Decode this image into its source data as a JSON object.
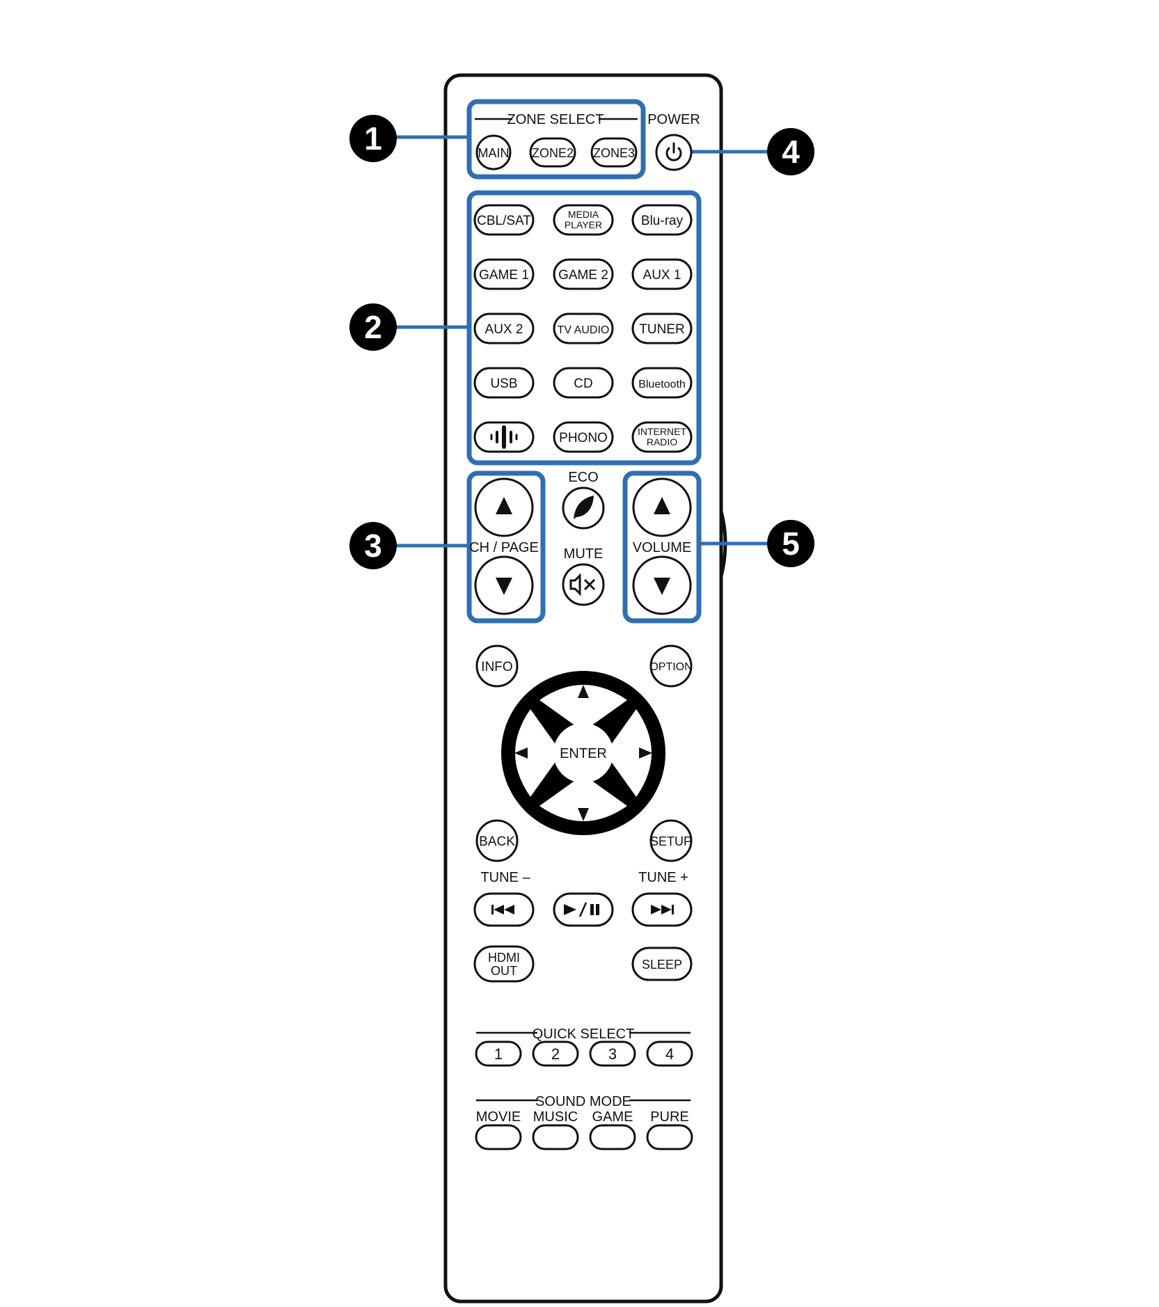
{
  "colors": {
    "highlight": "#2f6fb1",
    "outline": "#111111",
    "background": "#ffffff",
    "callout_fill": "#000000",
    "callout_text": "#ffffff"
  },
  "callouts": [
    "1",
    "2",
    "3",
    "4",
    "5"
  ],
  "remote": {
    "zone_select": {
      "label": "ZONE SELECT",
      "buttons": [
        "MAIN",
        "ZONE2",
        "ZONE3"
      ]
    },
    "power": {
      "label": "POWER",
      "icon": "power-icon"
    },
    "sources": [
      [
        "CBL/SAT",
        "MEDIA PLAYER",
        "Blu-ray"
      ],
      [
        "GAME 1",
        "GAME 2",
        "AUX 1"
      ],
      [
        "AUX 2",
        "TV AUDIO",
        "TUNER"
      ],
      [
        "USB",
        "CD",
        "Bluetooth"
      ],
      [
        "HEOS",
        "PHONO",
        "INTERNET RADIO"
      ]
    ],
    "ch_page": "CH / PAGE",
    "eco": "ECO",
    "mute": "MUTE",
    "volume": "VOLUME",
    "info": "INFO",
    "option": "OPTION",
    "enter": "ENTER",
    "back": "BACK",
    "setup": "SETUP",
    "tune_minus": "TUNE –",
    "tune_plus": "TUNE +",
    "hdmi_out": "HDMI OUT",
    "sleep": "SLEEP",
    "quick_select": {
      "label": "QUICK SELECT",
      "buttons": [
        "1",
        "2",
        "3",
        "4"
      ]
    },
    "sound_mode": {
      "label": "SOUND MODE",
      "buttons": [
        "MOVIE",
        "MUSIC",
        "GAME",
        "PURE"
      ]
    }
  }
}
